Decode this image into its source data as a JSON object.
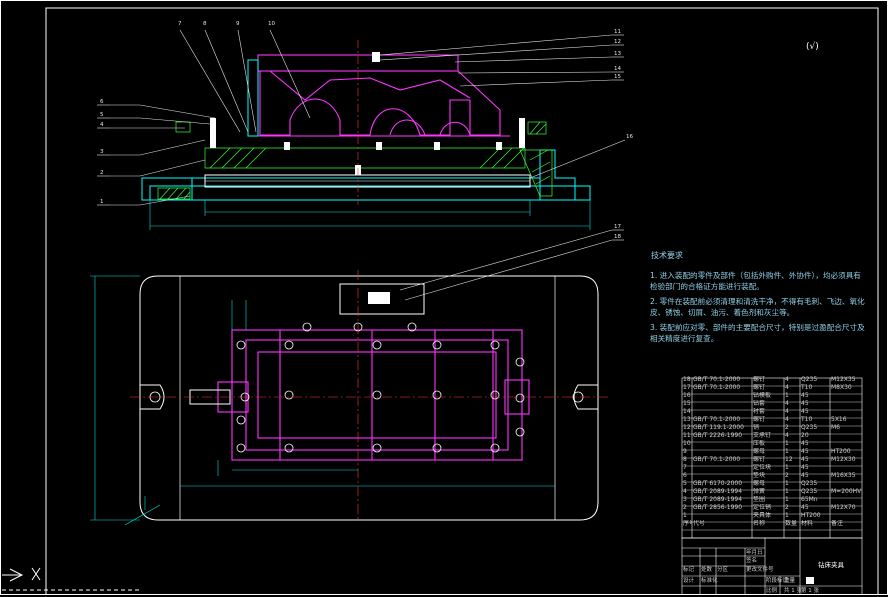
{
  "drawing": {
    "roughness_symbol": "(√)",
    "title_block_name": "钻床夹具",
    "colors": {
      "frame": "#ffffff",
      "part": "#00ffff",
      "fixture": "#ff33ff",
      "hatch": "#33ff33",
      "dim": "#00e0e0",
      "center": "#ff3333"
    }
  },
  "tech_requirements": {
    "title": "技术要求",
    "items": [
      "1. 进入装配的零件及部件（包括外购件、外协件），均必须具有检验部门的合格证方能进行装配。",
      "2. 零件在装配前必须清理和清洗干净，不得有毛刺、飞边、氧化皮、锈蚀、切屑、油污、着色剂和灰尘等。",
      "3. 装配前应对零、部件的主要配合尺寸，特别是过盈配合尺寸及相关精度进行复查。"
    ]
  },
  "balloons": [
    "1",
    "2",
    "3",
    "4",
    "5",
    "6",
    "7",
    "8",
    "9",
    "10",
    "11",
    "12",
    "13",
    "14",
    "15",
    "16",
    "17",
    "18"
  ],
  "bom": [
    {
      "no": "18",
      "std": "GB/T 70.1-2000",
      "name": "螺钉",
      "qty": "4",
      "mat": "Q235",
      "note": "M12X35"
    },
    {
      "no": "17",
      "std": "GB/T 70.1-2000",
      "name": "螺钉",
      "qty": "4",
      "mat": "T10",
      "note": "M8X30"
    },
    {
      "no": "16",
      "std": "",
      "name": "钻模板",
      "qty": "1",
      "mat": "45",
      "note": ""
    },
    {
      "no": "15",
      "std": "",
      "name": "钻套",
      "qty": "4",
      "mat": "45",
      "note": ""
    },
    {
      "no": "14",
      "std": "",
      "name": "衬套",
      "qty": "4",
      "mat": "45",
      "note": ""
    },
    {
      "no": "13",
      "std": "GB/T 70.1-2000",
      "name": "螺钉",
      "qty": "4",
      "mat": "T10",
      "note": "5X16"
    },
    {
      "no": "12",
      "std": "GB/T 119.1-2000",
      "name": "销",
      "qty": "2",
      "mat": "Q235",
      "note": "M6"
    },
    {
      "no": "11",
      "std": "GB/T 2226-1990",
      "name": "支承钉",
      "qty": "4",
      "mat": "20",
      "note": ""
    },
    {
      "no": "10",
      "std": "",
      "name": "压板",
      "qty": "1",
      "mat": "45",
      "note": ""
    },
    {
      "no": "9",
      "std": "",
      "name": "螺母",
      "qty": "1",
      "mat": "45",
      "note": "HT200"
    },
    {
      "no": "8",
      "std": "GB/T 70.1-2000",
      "name": "螺钉",
      "qty": "12",
      "mat": "45",
      "note": "M12X30"
    },
    {
      "no": "7",
      "std": "",
      "name": "定位块",
      "qty": "1",
      "mat": "45",
      "note": ""
    },
    {
      "no": "6",
      "std": "",
      "name": "垫块",
      "qty": "2",
      "mat": "45",
      "note": "M16X35"
    },
    {
      "no": "5",
      "std": "GB/T 6170-2000",
      "name": "螺母",
      "qty": "1",
      "mat": "Q235",
      "note": ""
    },
    {
      "no": "4",
      "std": "GB/T 2089-1994",
      "name": "弹簧",
      "qty": "1",
      "mat": "Q235",
      "note": "M=200HV"
    },
    {
      "no": "3",
      "std": "GB/T 2089-1994",
      "name": "垫圈",
      "qty": "1",
      "mat": "65Mn",
      "note": ""
    },
    {
      "no": "2",
      "std": "GB/T 2856-1990",
      "name": "定位销",
      "qty": "2",
      "mat": "45",
      "note": "M12X70"
    },
    {
      "no": "1",
      "std": "",
      "name": "夹具体",
      "qty": "1",
      "mat": "HT200",
      "note": ""
    }
  ],
  "bom_header": {
    "no": "序号",
    "std": "代号",
    "name": "名称",
    "qty": "数量",
    "mat": "材料",
    "note": "备注"
  },
  "title_block_cells": [
    "标记",
    "处数",
    "分区",
    "更改文件号",
    "签名",
    "年月日",
    "设计",
    "标准化",
    "阶段标记",
    "重量",
    "比例",
    "共 1 张",
    "第 1 张"
  ]
}
